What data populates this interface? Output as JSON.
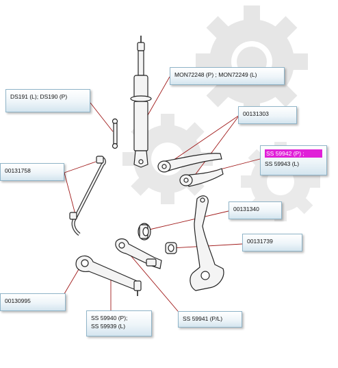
{
  "labels": {
    "shock": "MON72248 (P) ;  MON72249 (L)",
    "link": "DS191 (L);  DS190  (P)",
    "upper_arm": "00131303",
    "highlight_line1": "SS 59942 (P) ;",
    "highlight_line2": "SS 59943 (L)",
    "stabilizer": "00131758",
    "bushing_upper": "00131340",
    "bushing_lower": "00131739",
    "lower_arm_bushing": "00130995",
    "lower_arm_line1": "SS 59940 (P);",
    "lower_arm_line2": "SS 59939 (L)",
    "rear_arm": "SS 59941 (P/L)"
  },
  "colors": {
    "leader_line": "#a01818",
    "highlight": "#e020d8",
    "gear_watermark": "#e4e4e4",
    "part_stroke": "#222222"
  }
}
